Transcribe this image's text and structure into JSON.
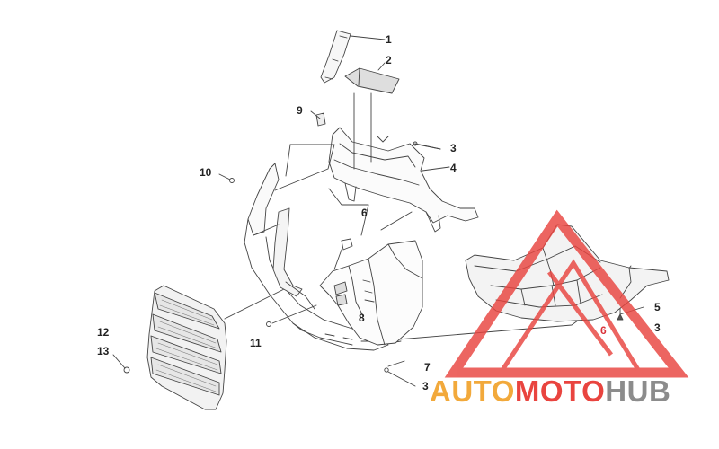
{
  "diagram": {
    "callouts": [
      {
        "id": "c1",
        "label": "1"
      },
      {
        "id": "c2",
        "label": "2"
      },
      {
        "id": "c3a",
        "label": "3"
      },
      {
        "id": "c4",
        "label": "4"
      },
      {
        "id": "c9",
        "label": "9"
      },
      {
        "id": "c10",
        "label": "10"
      },
      {
        "id": "c6a",
        "label": "6"
      },
      {
        "id": "c12",
        "label": "12"
      },
      {
        "id": "c13",
        "label": "13"
      },
      {
        "id": "c11",
        "label": "11"
      },
      {
        "id": "c8",
        "label": "8"
      },
      {
        "id": "c7",
        "label": "7"
      },
      {
        "id": "c3b",
        "label": "3"
      },
      {
        "id": "c5",
        "label": "5"
      },
      {
        "id": "c3c",
        "label": "3"
      },
      {
        "id": "c6b",
        "label": "6"
      }
    ]
  },
  "watermark": {
    "logo_parts": [
      {
        "text": "AUTO",
        "color": "#f2a93b"
      },
      {
        "text": "MOTO",
        "color": "#e9443f"
      },
      {
        "text": "HUB",
        "color": "#8c8c8c"
      }
    ],
    "triangle_color": "#e9443f"
  }
}
